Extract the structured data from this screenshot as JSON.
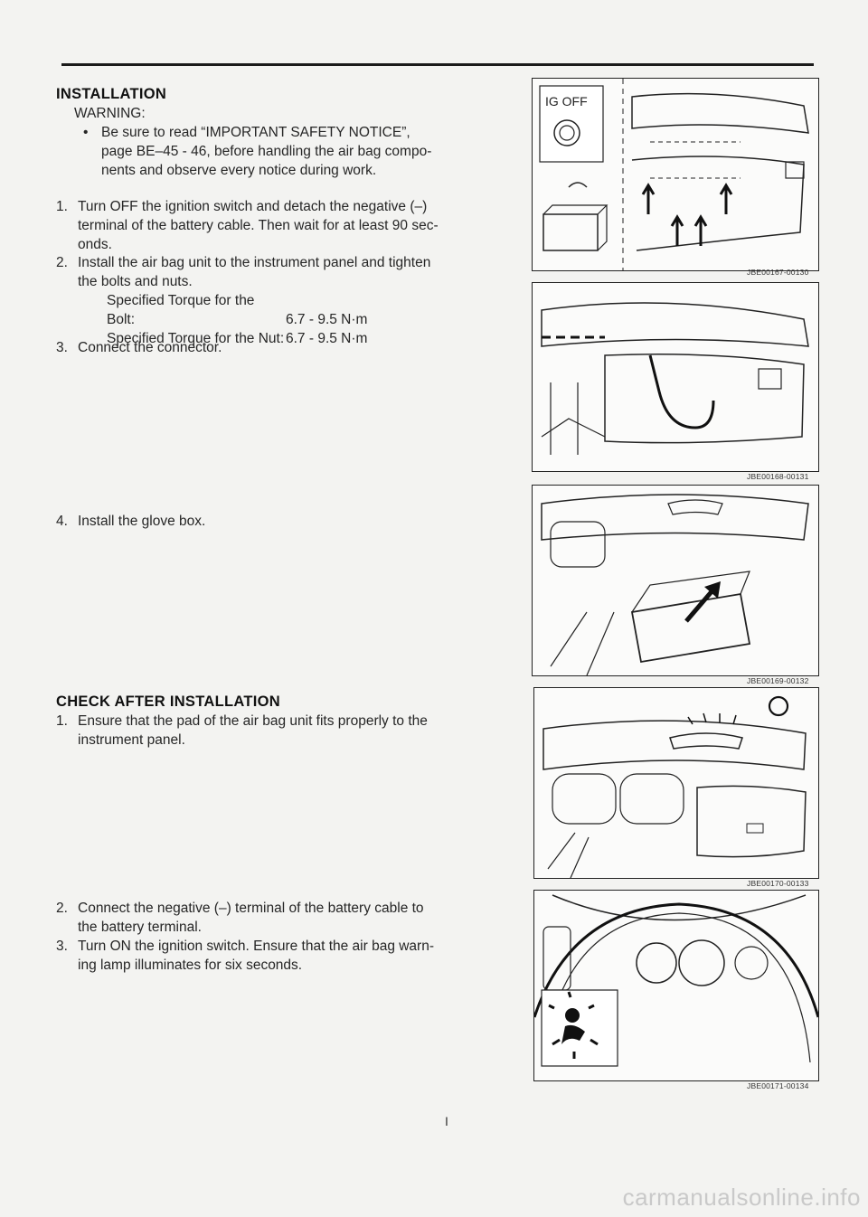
{
  "installation": {
    "heading": "INSTALLATION",
    "warning_label": "WARNING:",
    "bullet": "•",
    "warning_line1": "Be sure to read “IMPORTANT SAFETY NOTICE”,",
    "warning_line2": "page BE–45 - 46, before handling the air bag compo-",
    "warning_line3": "nents and observe every notice during work.",
    "steps": [
      {
        "num": "1.",
        "lines": [
          "Turn OFF the ignition switch and detach the negative (–)",
          "terminal of the battery cable. Then wait for at least 90 sec-",
          "onds."
        ]
      },
      {
        "num": "2.",
        "lines": [
          "Install the air bag unit to the instrument panel and tighten",
          "the bolts and nuts."
        ]
      },
      {
        "num": "3.",
        "lines": [
          "Connect the connector."
        ]
      },
      {
        "num": "4.",
        "lines": [
          "Install the glove box."
        ]
      }
    ],
    "specs": [
      {
        "label": "Specified Torque for the Bolt:",
        "value": "6.7 - 9.5 N·m"
      },
      {
        "label": "Specified Torque for the Nut:",
        "value": "6.7 - 9.5 N·m"
      }
    ]
  },
  "check": {
    "heading": "CHECK AFTER INSTALLATION",
    "steps": [
      {
        "num": "1.",
        "lines": [
          "Ensure that the pad of the air bag unit fits properly to the",
          "instrument panel."
        ]
      },
      {
        "num": "2.",
        "lines": [
          "Connect the negative (–) terminal of the battery cable to",
          "the battery terminal."
        ]
      },
      {
        "num": "3.",
        "lines": [
          "Turn ON the ignition switch. Ensure that the air bag warn-",
          "ing lamp illuminates for six seconds."
        ]
      }
    ]
  },
  "figures": [
    {
      "code": "JBE00167-00130",
      "label": "IG OFF"
    },
    {
      "code": "JBE00168-00131"
    },
    {
      "code": "JBE00169-00132"
    },
    {
      "code": "JBE00170-00133"
    },
    {
      "code": "JBE00171-00134"
    }
  ],
  "footer": {
    "page_mark": "I"
  },
  "watermark": "carmanualsonline.info"
}
